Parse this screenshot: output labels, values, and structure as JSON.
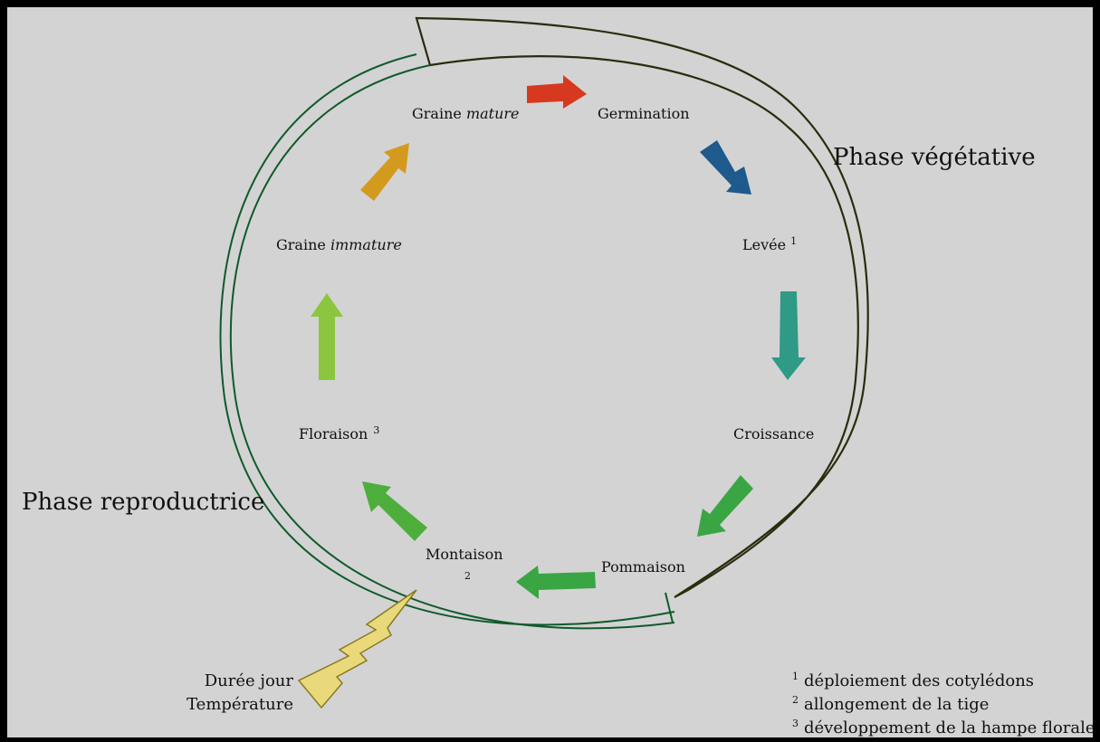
{
  "phases": {
    "vegetative": "Phase végétative",
    "reproductive": "Phase reproductrice"
  },
  "stages": {
    "graine_mature": {
      "word": "Graine",
      "italic": "mature"
    },
    "germination": "Germination",
    "levee": {
      "label": "Levée",
      "sup": "1"
    },
    "croissance": "Croissance",
    "pommaison": "Pommaison",
    "montaison": {
      "label": "Montaison",
      "sup": "2"
    },
    "floraison": {
      "label": "Floraison",
      "sup": "3"
    },
    "graine_immature": {
      "word": "Graine",
      "italic": "immature"
    }
  },
  "trigger": {
    "line1": "Durée jour",
    "line2": "Température"
  },
  "footnotes": [
    {
      "num": "1",
      "text": "déploiement des cotylédons"
    },
    {
      "num": "2",
      "text": "allongement de la tige"
    },
    {
      "num": "3",
      "text": "développement de la hampe florale"
    }
  ],
  "colors": {
    "background": "#d3d3d3",
    "vegetative_band": "#2b2b0e",
    "reproductive_band": "#0f5a2a",
    "lightning": "#e9d97a",
    "arrow_germination": "#d6391f",
    "arrow_levee": "#1e5a8c",
    "arrow_croissance": "#2f9a86",
    "arrow_pommaison": "#3aa543",
    "arrow_montaison": "#3aa543",
    "arrow_floraison": "#4dae3c",
    "arrow_graine_immature": "#8cc63f",
    "arrow_graine_mature": "#d49a1d"
  }
}
